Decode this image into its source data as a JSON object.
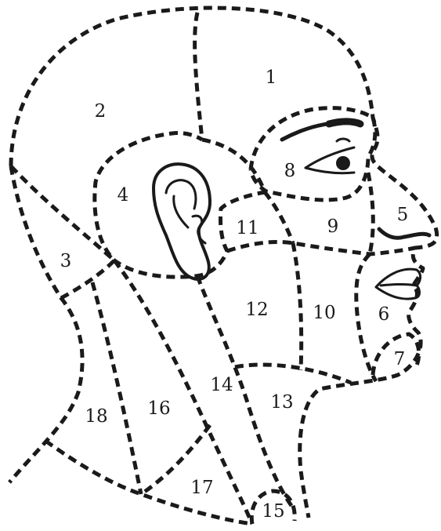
{
  "diagram": {
    "labels": {
      "r1": "1",
      "r2": "2",
      "r3": "3",
      "r4": "4",
      "r5": "5",
      "r6": "6",
      "r7": "7",
      "r8": "8",
      "r9": "9",
      "r10": "10",
      "r11": "11",
      "r12": "12",
      "r13": "13",
      "r14": "14",
      "r15": "15",
      "r16": "16",
      "r17": "17",
      "r18": "18"
    },
    "line_color": "#1a1a1a",
    "background_color": "#ffffff"
  }
}
